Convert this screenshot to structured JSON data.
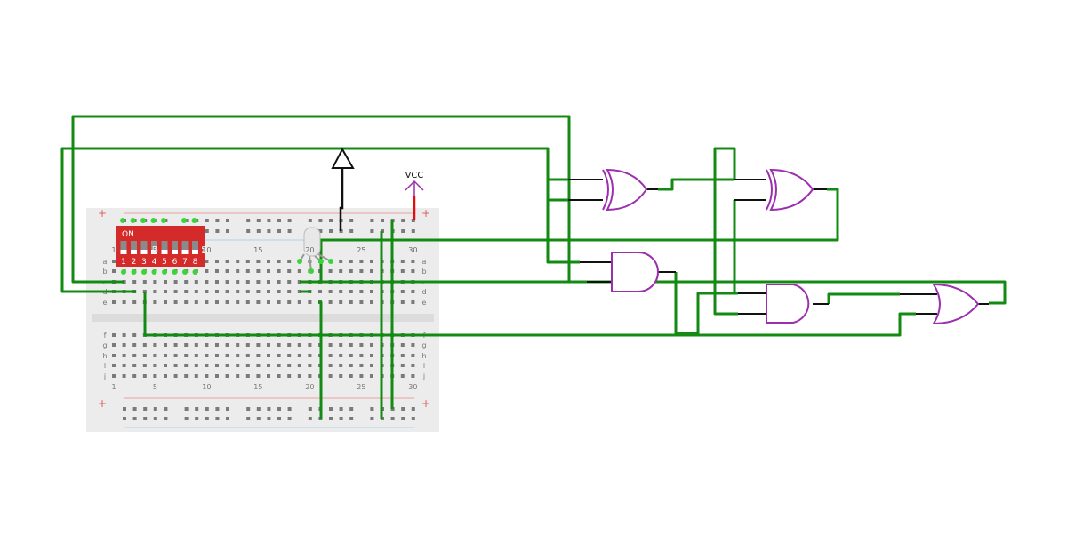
{
  "breadboard": {
    "column_labels": [
      "1",
      "5",
      "10",
      "15",
      "20",
      "25",
      "30"
    ],
    "top_rows": [
      "a",
      "b",
      "c",
      "d",
      "e"
    ],
    "bottom_rows": [
      "f",
      "g",
      "h",
      "i",
      "j"
    ],
    "rail_plus": "+",
    "rail_minus": "|"
  },
  "dip_switch": {
    "on_label": "ON",
    "numbers": [
      "1",
      "2",
      "3",
      "4",
      "5",
      "6",
      "7",
      "8"
    ]
  },
  "power": {
    "vcc_label": "VCC"
  },
  "colors": {
    "wire": "#138a13",
    "gate": "#9b2fae",
    "dip": "#d42a2a",
    "vcc_wire": "#e01010"
  }
}
